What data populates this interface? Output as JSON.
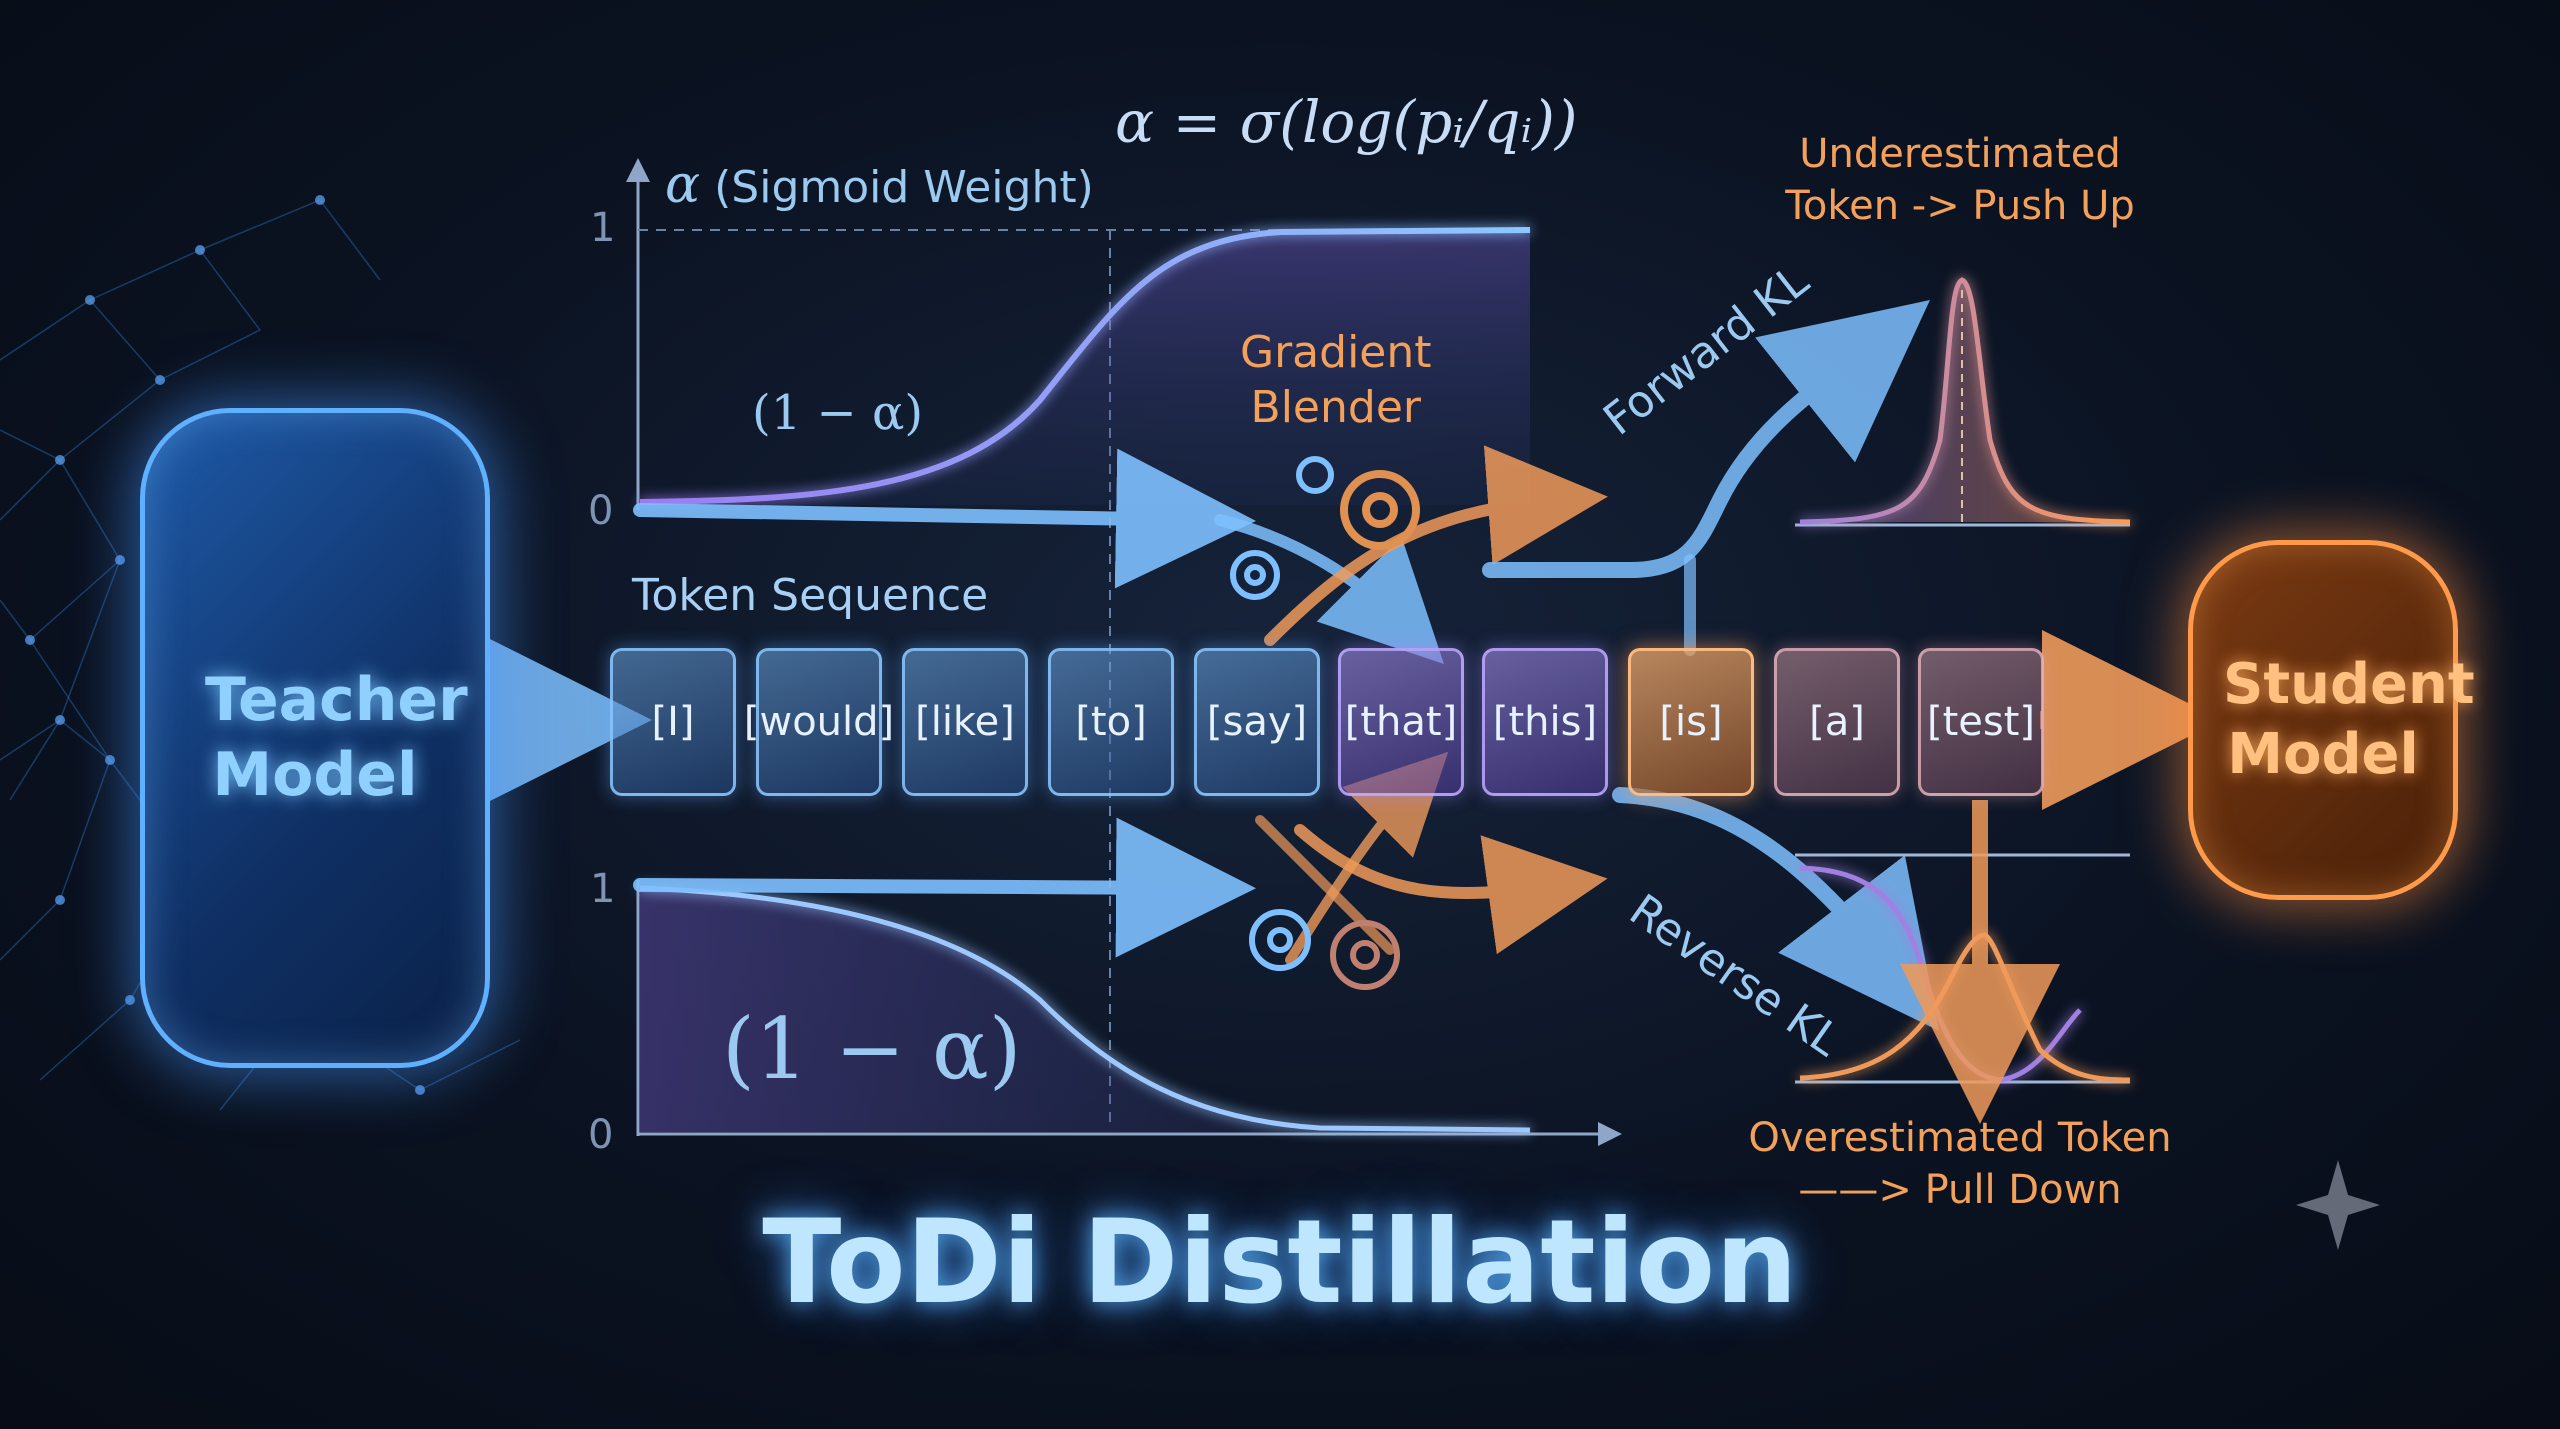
{
  "title": "ToDi Distillation",
  "formula": "α = σ(log(pᵢ/qᵢ))",
  "teacher_model": "Teacher Model",
  "student_model": "Student Model",
  "token_sequence_label": "Token Sequence",
  "tokens": [
    "[I]",
    "[would]",
    "[like]",
    "[to]",
    "[say]",
    "[that]",
    "[this]",
    "[is]",
    "[a]",
    "[test]"
  ],
  "top_plot": {
    "axis_label": "(Sigmoid Weight)",
    "axis_symbol": "α",
    "tick_high": "1",
    "tick_low": "0",
    "curve_label": "(1 − α)"
  },
  "bottom_plot": {
    "tick_high": "1",
    "tick_low": "0",
    "curve_label": "(1 − α)"
  },
  "gradient_blender": {
    "line1": "Gradient",
    "line2": "Blender"
  },
  "forward_kl": "Forward KL",
  "reverse_kl": "Reverse KL",
  "underestimated": {
    "line1": "Underestimated",
    "line2": "Token -> Push Up"
  },
  "overestimated": {
    "line1": "Overestimated Token",
    "line2": "——> Pull Down"
  },
  "colors": {
    "blue": "#5fb0ff",
    "orange": "#f2a05a",
    "purple": "#a08cf0",
    "background": "#0b1322"
  }
}
